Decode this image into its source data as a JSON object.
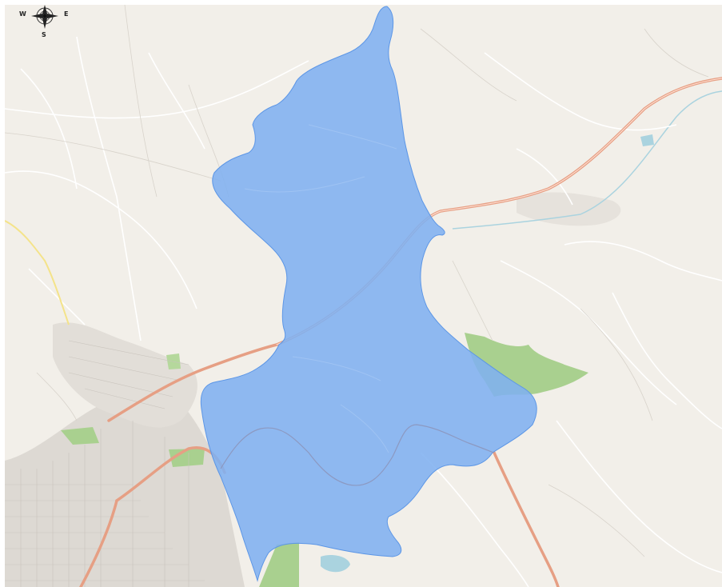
{
  "compass": {
    "west": "W",
    "east": "E",
    "south": "S"
  },
  "colors": {
    "land": "#f2efe9",
    "region_fill": "#7fb0f0",
    "region_stroke": "#5c96e6",
    "motorway": "#e89c80",
    "park": "#a6cf8c",
    "water": "#aad3df",
    "urban": "#dcd8d2",
    "minor_road": "#ffffff",
    "river": "#9aa5c8"
  },
  "icons": [
    "compass-rose-icon"
  ]
}
